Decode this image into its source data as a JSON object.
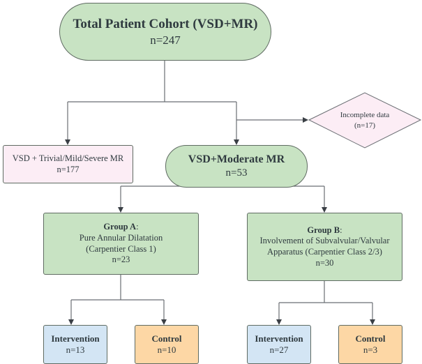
{
  "nodes": {
    "total": {
      "title": "Total Patient Cohort (VSD+MR)",
      "count": "n=247"
    },
    "excluded_mr": {
      "title": "VSD + Trivial/Mild/Severe MR",
      "count": "n=177"
    },
    "incomplete": {
      "title": "Incomplete data",
      "count": "(n=17)"
    },
    "moderate": {
      "title": "VSD+Moderate MR",
      "count": "n=53"
    },
    "group_a": {
      "title": "Group A",
      "colon": ":",
      "line1": "Pure Annular Dilatation",
      "line2": "(Carpentier Class 1)",
      "count": "n=23"
    },
    "group_b": {
      "title": "Group B",
      "colon": ":",
      "line1": "Involvement of Subvalvular/Valvular",
      "line2": "Apparatus (Carpentier Class 2/3)",
      "count": "n=30"
    },
    "a_intervention": {
      "title": "Intervention",
      "count": "n=13"
    },
    "a_control": {
      "title": "Control",
      "count": "n=10"
    },
    "b_intervention": {
      "title": "Intervention",
      "count": "n=27"
    },
    "b_control": {
      "title": "Control",
      "count": "n=3"
    }
  },
  "colors": {
    "cohort": "#c8e3c3",
    "excluded": "#fcedf5",
    "intervention": "#d3e5f4",
    "control": "#fdd7a5",
    "line": "#4a4f55"
  }
}
